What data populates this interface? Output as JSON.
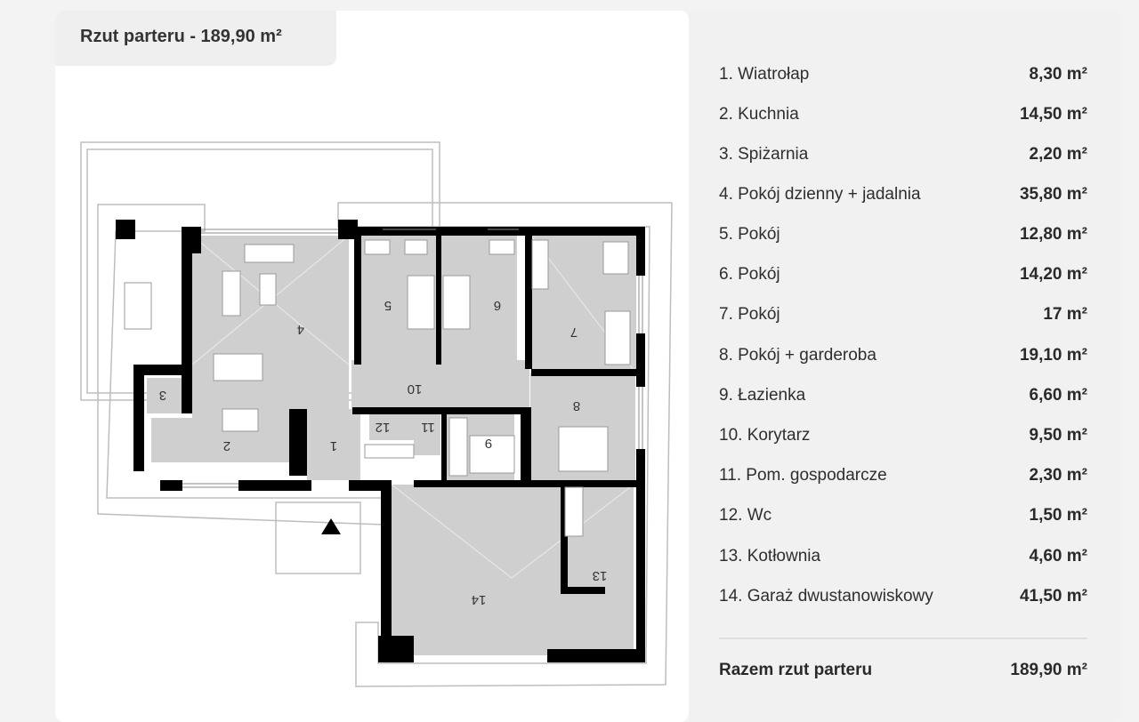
{
  "header": {
    "title": "Rzut parteru - 189,90 m²"
  },
  "rooms": [
    {
      "name": "1. Wiatrołap",
      "area": "8,30 m²",
      "num": "1"
    },
    {
      "name": "2. Kuchnia",
      "area": "14,50 m²",
      "num": "2"
    },
    {
      "name": "3. Spiżarnia",
      "area": "2,20 m²",
      "num": "3"
    },
    {
      "name": "4. Pokój dzienny + jadalnia",
      "area": "35,80 m²",
      "num": "4"
    },
    {
      "name": "5. Pokój",
      "area": "12,80 m²",
      "num": "5"
    },
    {
      "name": "6. Pokój",
      "area": "14,20 m²",
      "num": "6"
    },
    {
      "name": "7. Pokój",
      "area": "17 m²",
      "num": "7"
    },
    {
      "name": "8. Pokój + garderoba",
      "area": "19,10 m²",
      "num": "8"
    },
    {
      "name": "9. Łazienka",
      "area": "6,60 m²",
      "num": "9"
    },
    {
      "name": "10. Korytarz",
      "area": "9,50 m²",
      "num": "10"
    },
    {
      "name": "11. Pom. gospodarcze",
      "area": "2,30 m²",
      "num": "11"
    },
    {
      "name": "12. Wc",
      "area": "1,50 m²",
      "num": "12"
    },
    {
      "name": "13. Kotłownia",
      "area": "4,60 m²",
      "num": "13"
    },
    {
      "name": "14. Garaż dwustanowiskowy",
      "area": "41,50 m²",
      "num": "14"
    }
  ],
  "total": {
    "label": "Razem rzut parteru",
    "area": "189,90 m²"
  },
  "colors": {
    "floor": "#cfcfcf",
    "wall": "#000000",
    "background": "#f3f3f3"
  }
}
